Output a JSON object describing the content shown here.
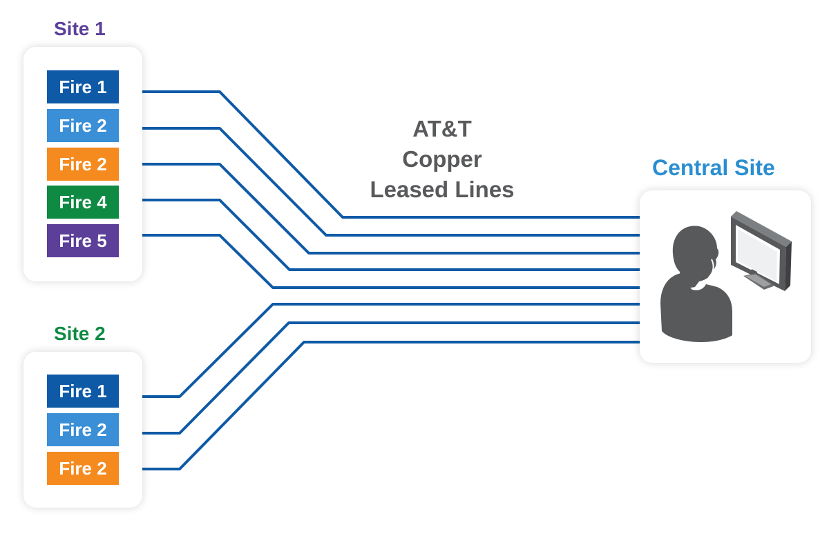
{
  "site1": {
    "title": "Site 1",
    "title_color": "#5b3f99",
    "panels": [
      {
        "label": "Fire 1",
        "color": "#0e5aa7"
      },
      {
        "label": "Fire 2",
        "color": "#3a8fd6"
      },
      {
        "label": "Fire 2",
        "color": "#f58a1f"
      },
      {
        "label": "Fire 4",
        "color": "#0f8a43"
      },
      {
        "label": "Fire 5",
        "color": "#5b3f99"
      }
    ]
  },
  "site2": {
    "title": "Site 2",
    "title_color": "#0f8a43",
    "panels": [
      {
        "label": "Fire 1",
        "color": "#0e5aa7"
      },
      {
        "label": "Fire 2",
        "color": "#3a8fd6"
      },
      {
        "label": "Fire 2",
        "color": "#f58a1f"
      }
    ]
  },
  "link_label": [
    "AT&T",
    "Copper",
    "Leased Lines"
  ],
  "central": {
    "title": "Central Site",
    "icon": "operator-at-monitor-icon"
  },
  "line_color": "#0e5aa7"
}
